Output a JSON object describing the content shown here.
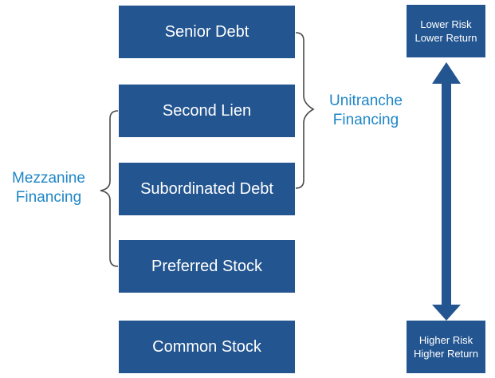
{
  "stack": [
    {
      "label": "Senior Debt"
    },
    {
      "label": "Second Lien"
    },
    {
      "label": "Subordinated Debt"
    },
    {
      "label": "Preferred Stock"
    },
    {
      "label": "Common Stock"
    }
  ],
  "brackets": {
    "unitranche": {
      "line1": "Unitranche",
      "line2": "Financing"
    },
    "mezzanine": {
      "line1": "Mezzanine",
      "line2": "Financing"
    }
  },
  "risk": {
    "top": {
      "line1": "Lower Risk",
      "line2": "Lower Return"
    },
    "bottom": {
      "line1": "Higher Risk",
      "line2": "Higher Return"
    }
  },
  "colors": {
    "box_fill": "#235590",
    "box_text": "#ffffff",
    "label_text": "#1f86c6",
    "bracket_stroke": "#4a4a4a",
    "arrow_fill": "#235590"
  }
}
